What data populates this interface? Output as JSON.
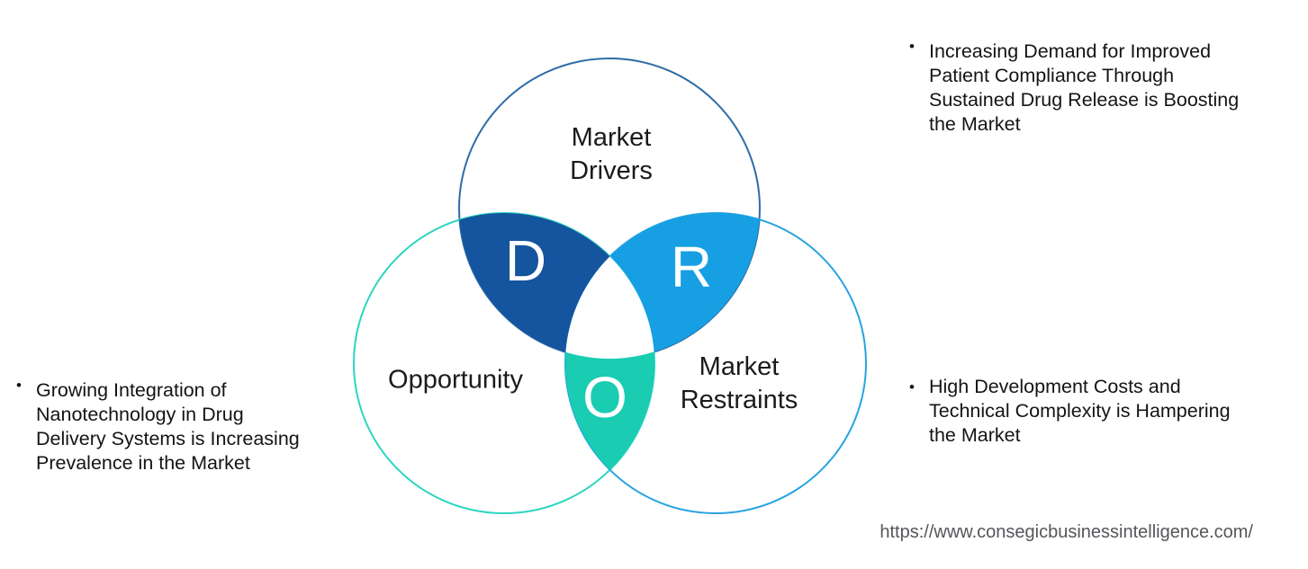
{
  "venn": {
    "drivers": {
      "label": "Market\nDrivers",
      "letter": "D",
      "region_color": "#15549E",
      "outline_color": "#2E6CA8"
    },
    "restraints": {
      "label": "Market\nRestraints",
      "letter": "R",
      "region_color": "#16A0E3",
      "outline_color": "#27A4E0"
    },
    "opportunity": {
      "label": "Opportunity",
      "letter": "O",
      "region_color": "#19CCB2",
      "outline_color": "#2BD5C0"
    },
    "center_color": "#FFFFFF",
    "letter_color": "#FFFFFF"
  },
  "bullets": [
    {
      "marker": "•",
      "text": "Increasing Demand for Improved\nPatient Compliance Through\nSustained Drug Release is Boosting\nthe Market"
    },
    {
      "marker": "•",
      "text": "Growing Integration of\nNanotechnology in Drug\nDelivery Systems is Increasing\nPrevalence in the Market"
    },
    {
      "marker": "•",
      "text": "High Development Costs and\nTechnical Complexity is Hampering\nthe Market"
    }
  ],
  "footer": {
    "url": "https://www.consegicbusinessintelligence.com/"
  }
}
